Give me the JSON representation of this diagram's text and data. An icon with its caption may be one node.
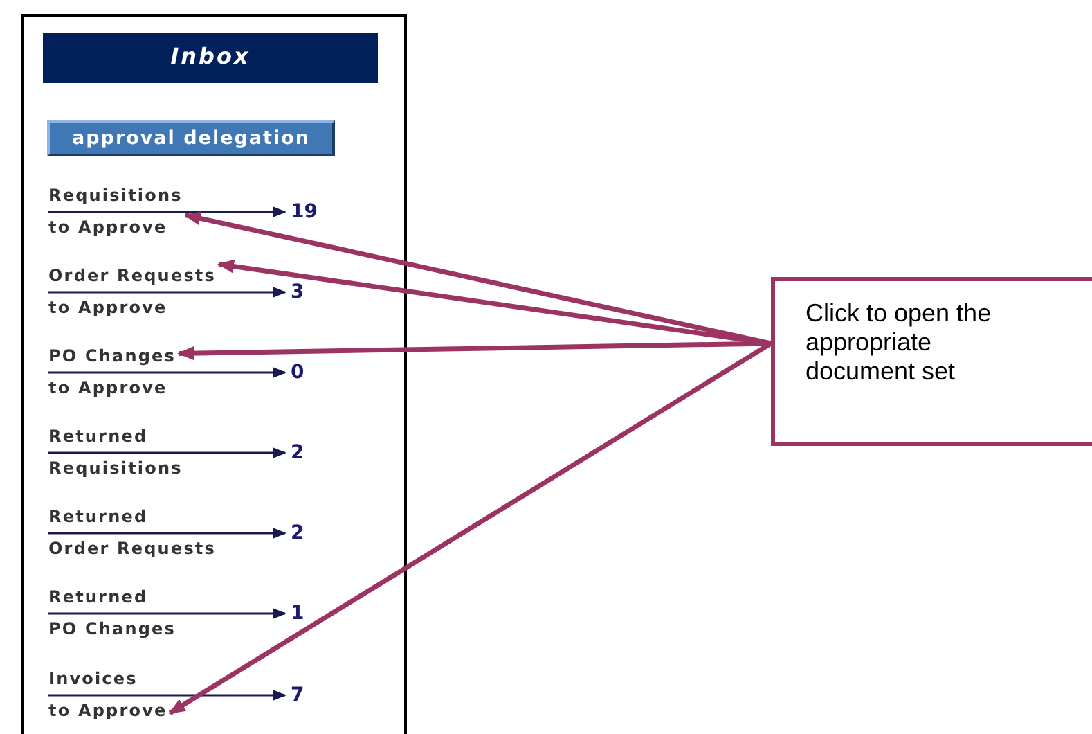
{
  "diagram": {
    "nodes": [
      {
        "text": [],
        "shape": "box"
      },
      {
        "text": [
          "Inbox"
        ],
        "in": 0
      },
      {
        "text": [
          "approval delegation"
        ],
        "in": 0
      },
      {
        "text": [
          "Requisitions to Approve"
        ],
        "in": 0
      },
      {
        "text": [
          "19"
        ],
        "in": 0
      },
      {
        "text": [
          "Order Requests to Approve"
        ],
        "in": 0
      },
      {
        "text": [
          "3"
        ],
        "in": 0
      },
      {
        "text": [
          "PO Changes to Approve"
        ],
        "in": 0
      },
      {
        "text": [
          "0"
        ],
        "in": 0
      },
      {
        "text": [
          "Returned Requisitions"
        ],
        "in": 0
      },
      {
        "text": [
          "2"
        ],
        "in": 0
      },
      {
        "text": [
          "Returned Order Requests"
        ],
        "in": 0
      },
      {
        "text": [
          "2"
        ],
        "in": 0
      },
      {
        "text": [
          "Returned PO Changes"
        ],
        "in": 0
      },
      {
        "text": [
          "1"
        ],
        "in": 0
      },
      {
        "text": [
          "Invoices to Approve"
        ],
        "in": 0
      },
      {
        "text": [
          "7"
        ],
        "in": 0
      },
      {
        "text": [
          "Click to open the appropriate document set"
        ]
      }
    ],
    "edges": [
      {
        "from": 3,
        "to": 4,
        "arrow": "to"
      },
      {
        "from": 5,
        "to": 6,
        "arrow": "to"
      },
      {
        "from": 7,
        "to": 8,
        "arrow": "to"
      },
      {
        "from": 9,
        "to": 10,
        "arrow": "to"
      },
      {
        "from": 11,
        "to": 12,
        "arrow": "to"
      },
      {
        "from": 13,
        "to": 14,
        "arrow": "to"
      },
      {
        "from": 15,
        "to": 16,
        "arrow": "to"
      },
      {
        "from": 17,
        "to": 3,
        "arrow": "to",
        "style": "thick",
        "color": "#9b3462"
      },
      {
        "from": 17,
        "to": 5,
        "arrow": "to",
        "style": "thick",
        "color": "#9b3462"
      },
      {
        "from": 17,
        "to": 7,
        "arrow": "to",
        "style": "thick",
        "color": "#9b3462"
      },
      {
        "from": 17,
        "to": 15,
        "arrow": "to",
        "style": "thick",
        "color": "#9b3462"
      }
    ]
  }
}
